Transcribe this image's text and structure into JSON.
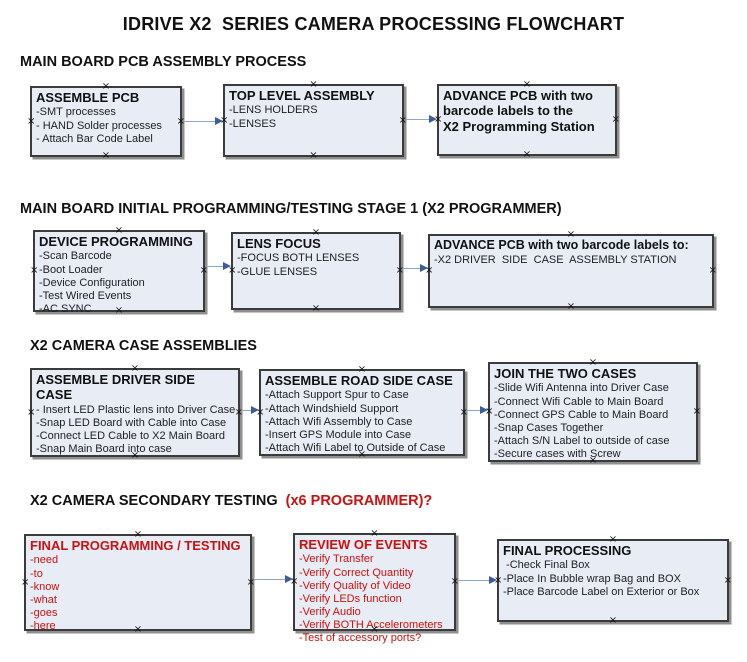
{
  "title": "IDRIVE X2  SERIES CAMERA PROCESSING FLOWCHART",
  "colors": {
    "box_fill": "#e7ecf5",
    "box_border": "#3b3b3b",
    "arrow_line": "#8ea7c8",
    "arrow_head": "#3c5c9c",
    "red_text": "#cc1111"
  },
  "icons": {
    "anchor_glyph": "×"
  },
  "sections": [
    {
      "header": "MAIN BOARD PCB ASSEMBLY PROCESS",
      "boxes": [
        {
          "title": "ASSEMBLE PCB",
          "items": [
            "-SMT processes",
            "- HAND Solder processes",
            "- Attach Bar Code Label"
          ]
        },
        {
          "title": "TOP LEVEL ASSEMBLY",
          "items": [
            "-LENS HOLDERS",
            "-LENSES"
          ]
        },
        {
          "title": "ADVANCE PCB with two\nbarcode labels to the\n X2 Programming Station",
          "items": []
        }
      ]
    },
    {
      "header": "MAIN BOARD INITIAL PROGRAMMING/TESTING STAGE 1 (X2 PROGRAMMER)",
      "boxes": [
        {
          "title": "DEVICE PROGRAMMING",
          "items": [
            "-Scan Barcode",
            "-Boot Loader",
            "-Device Configuration",
            "-Test Wired Events",
            "-AC SYNC"
          ]
        },
        {
          "title": "LENS FOCUS",
          "items": [
            "-FOCUS BOTH LENSES",
            "-GLUE LENSES"
          ]
        },
        {
          "title": "ADVANCE PCB with two barcode labels to:",
          "items": [
            "-X2 DRIVER  SIDE  CASE  ASSEMBLY STATION"
          ]
        }
      ]
    },
    {
      "header": "X2 CAMERA CASE ASSEMBLIES",
      "boxes": [
        {
          "title": "ASSEMBLE DRIVER SIDE CASE",
          "items": [
            "- Insert LED Plastic lens into Driver Case",
            "-Snap LED Board with Cable into Case",
            "-Connect LED Cable to X2 Main Board",
            "-Snap Main Board into case"
          ]
        },
        {
          "title": "ASSEMBLE ROAD SIDE CASE",
          "items": [
            "-Attach Support Spur to Case",
            "-Attach Windshield Support",
            "-Attach Wifi Assembly to Case",
            "-Insert GPS Module into Case",
            "-Attach Wifi Label to Outside of Case"
          ]
        },
        {
          "title": "JOIN THE TWO CASES",
          "items": [
            "-Slide Wifi Antenna into Driver Case",
            "-Connect Wifi Cable to Main Board",
            "-Connect GPS Cable to Main Board",
            "-Snap Cases Together",
            "-Attach S/N Label to outside of case",
            "-Secure cases with Screw"
          ]
        }
      ]
    },
    {
      "header": "X2 CAMERA SECONDARY TESTING ",
      "header_suffix": " (x6 PROGRAMMER)?",
      "boxes": [
        {
          "title": "FINAL PROGRAMMING / TESTING",
          "items": [
            "-need",
            "-to",
            "-know",
            "-what",
            "-goes",
            "-here"
          ]
        },
        {
          "title": "REVIEW OF EVENTS",
          "items": [
            "-Verify Transfer",
            "-Verify Correct Quantity",
            "-Verify Quality of Video",
            "-Verify LEDs function",
            "-Verify Audio",
            "-Verify BOTH Accelerometers",
            "-Test of accessory ports?"
          ]
        },
        {
          "title": "FINAL PROCESSING",
          "items": [
            " -Check Final Box",
            "-Place In Bubble wrap Bag and BOX",
            "-Place Barcode Label on Exterior or Box"
          ]
        }
      ]
    }
  ]
}
